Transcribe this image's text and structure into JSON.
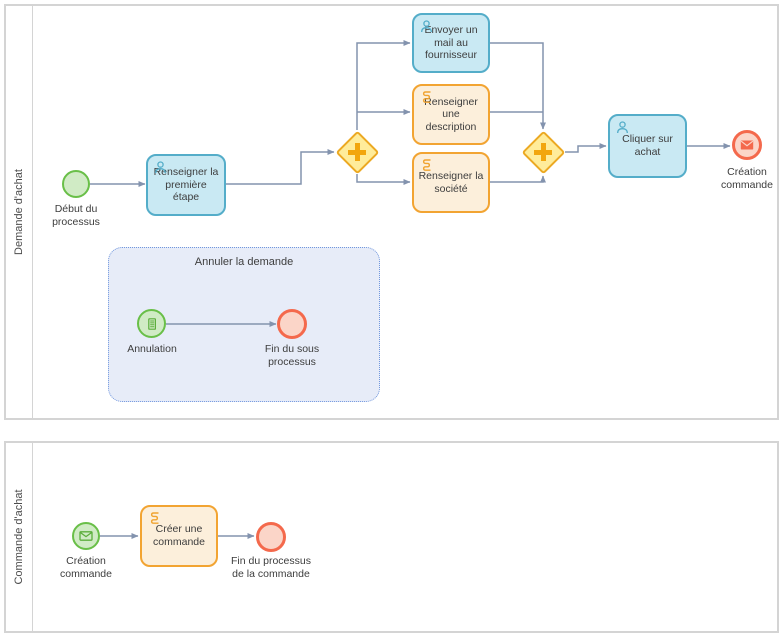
{
  "diagram_type": "BPMN process diagram",
  "colors": {
    "pool_border": "#d4d4d4",
    "flow_line": "#8393ae",
    "user_task_fill": "#c9e9f3",
    "user_task_stroke": "#54adc9",
    "script_task_fill": "#fcefdb",
    "script_task_stroke": "#f2a432",
    "gateway_fill": "#ffec9a",
    "gateway_stroke": "#eca922",
    "gateway_plus": "#f2a60d",
    "start_event_fill": "#d0ebc5",
    "start_event_stroke": "#69bf48",
    "end_event_fill": "#fbd5c8",
    "end_event_stroke": "#f4694c",
    "subprocess_fill": "#e7ecf8",
    "subprocess_stroke": "#7197de",
    "text": "#3d3d3d"
  },
  "pools": [
    {
      "label": "Demande d'achat",
      "elements": {
        "start": {
          "type": "start-event",
          "label": "Début du processus"
        },
        "task_premiere_etape": {
          "type": "user-task",
          "label": "Renseigner la première étape"
        },
        "gateway_split": {
          "type": "parallel-gateway",
          "label": ""
        },
        "task_mail": {
          "type": "user-task",
          "label": "Envoyer un mail au fournisseur"
        },
        "task_description": {
          "type": "script-task",
          "label": "Renseigner une description"
        },
        "task_societe": {
          "type": "script-task",
          "label": "Renseigner la société"
        },
        "gateway_join": {
          "type": "parallel-gateway",
          "label": ""
        },
        "task_cliquer": {
          "type": "user-task",
          "label": "Cliquer sur achat"
        },
        "end": {
          "type": "message-end-event",
          "label": "Création commande"
        },
        "subprocess": {
          "title": "Annuler la demande",
          "start": {
            "type": "conditional-start-event",
            "label": "Annulation"
          },
          "end": {
            "type": "end-event",
            "label": "Fin du sous processus"
          }
        }
      }
    },
    {
      "label": "Commande d'achat",
      "elements": {
        "start": {
          "type": "message-start-event",
          "label": "Création commande"
        },
        "task_creer_commande": {
          "type": "script-task",
          "label": "Créer une commande"
        },
        "end": {
          "type": "end-event",
          "label": "Fin du processus de la commande"
        }
      }
    }
  ]
}
